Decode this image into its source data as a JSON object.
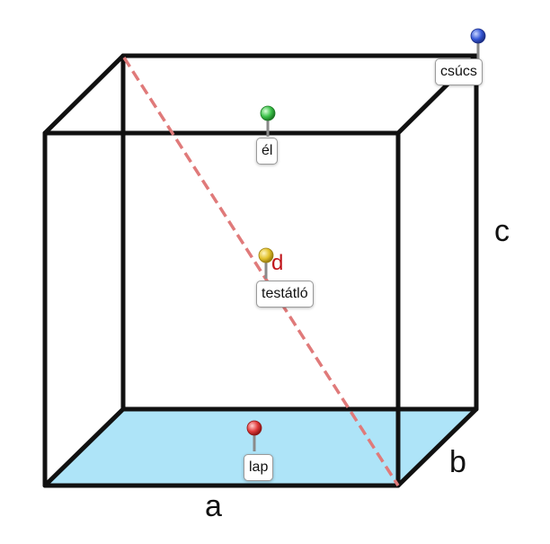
{
  "colors": {
    "edges": "#111111",
    "bottom_face_fill": "#aee4f8",
    "diagonal": "#e07a7a",
    "diagonal_letter": "#c0151b",
    "pin_vertex": "#3557d6",
    "pin_edge": "#3cc24a",
    "pin_diagonal": "#e2c12a",
    "pin_face": "#e03a3a"
  },
  "dimensions": {
    "a": "a",
    "b": "b",
    "c": "c"
  },
  "diagonal_letter": "d",
  "pins": {
    "vertex": {
      "label": "csúcs",
      "icon": "blue-pin-icon"
    },
    "edge": {
      "label": "él",
      "icon": "green-pin-icon"
    },
    "diagonal": {
      "label": "testátló",
      "icon": "yellow-pin-icon"
    },
    "face": {
      "label": "lap",
      "icon": "red-pin-icon"
    }
  }
}
